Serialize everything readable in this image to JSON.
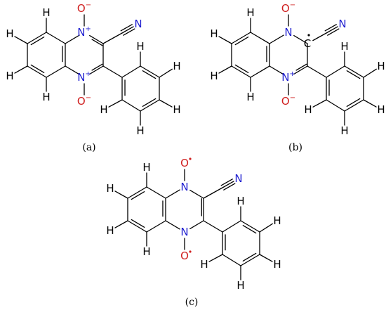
{
  "colors": {
    "carbon_bond": "#000000",
    "hydrogen": "#000000",
    "nitrogen": "#1f1fd0",
    "oxygen": "#d01f1f"
  },
  "labels": {
    "H": "H",
    "N": "N",
    "N_plus": "N+",
    "O_minus": "O−",
    "O_dot": "O·",
    "C_dot": "C·"
  },
  "structures": [
    {
      "id": "a",
      "caption": "(a)",
      "variant": "zwitterion"
    },
    {
      "id": "b",
      "caption": "(b)",
      "variant": "carbon-radical"
    },
    {
      "id": "c",
      "caption": "(c)",
      "variant": "nitroxide-diradical"
    }
  ]
}
